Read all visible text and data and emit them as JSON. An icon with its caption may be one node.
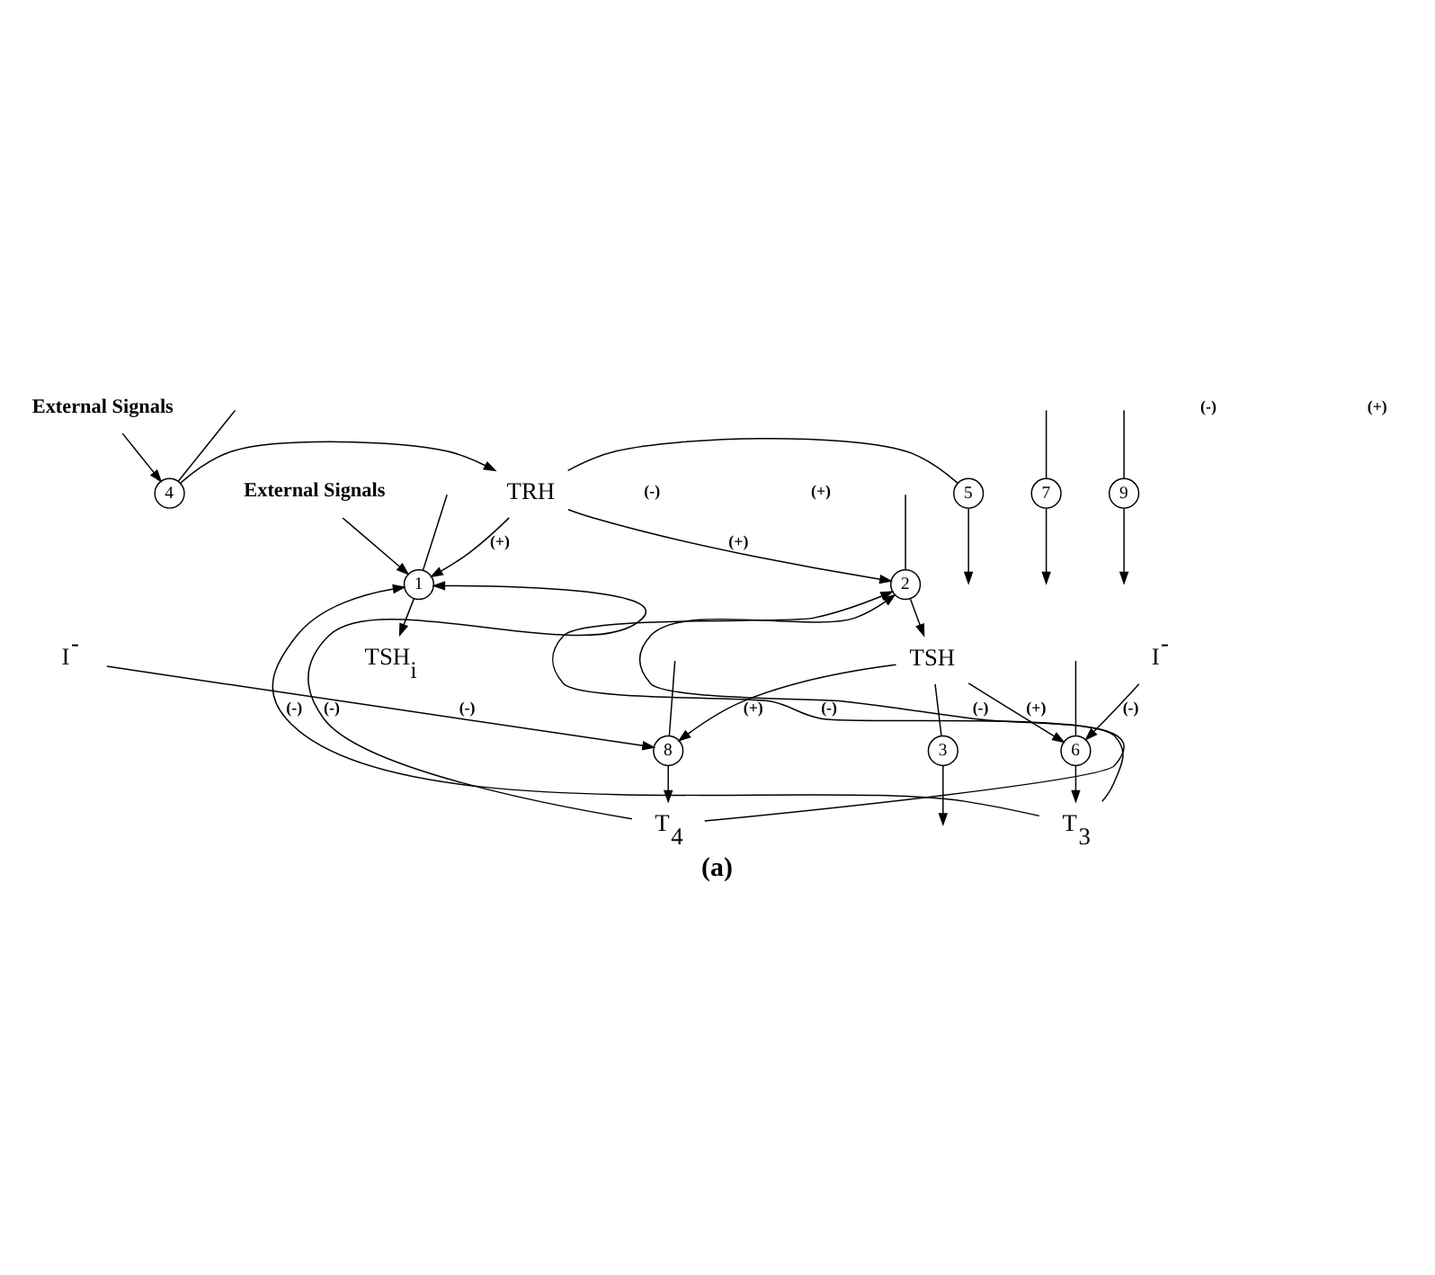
{
  "diagram": {
    "caption": "(a)",
    "nodes": [
      {
        "text": [
          "External Signals"
        ]
      },
      {
        "text": [
          "4"
        ]
      },
      {
        "text": [
          "TRH"
        ]
      },
      {
        "text": [
          "5"
        ]
      },
      {
        "text": [
          "External Signals"
        ]
      },
      {
        "text": [
          "1"
        ]
      },
      {
        "text": [
          "TSH$_{i}$"
        ]
      },
      {
        "text": [
          "2"
        ]
      },
      {
        "text": [
          "TSH"
        ]
      },
      {
        "text": [
          "3"
        ]
      },
      {
        "text": [
          "I$^{-}$"
        ]
      },
      {
        "text": [
          "6"
        ]
      },
      {
        "text": [
          "T$_{3}$"
        ]
      },
      {
        "text": [
          "7"
        ]
      },
      {
        "text": [
          "I$^{-}$"
        ]
      },
      {
        "text": [
          "8"
        ]
      },
      {
        "text": [
          "T$_{4}$"
        ]
      },
      {
        "text": [
          "9"
        ]
      }
    ],
    "edges": [
      {
        "from": 0,
        "to": 1,
        "arrow": "to"
      },
      {
        "from": null,
        "to": 1,
        "arrow": "none"
      },
      {
        "from": 1,
        "to": 2,
        "arrow": "to"
      },
      {
        "from": 2,
        "to": 3,
        "arrow": "none"
      },
      {
        "from": 3,
        "to": null,
        "arrow": "to"
      },
      {
        "from": 4,
        "to": 5,
        "arrow": "to"
      },
      {
        "from": 2,
        "to": 5,
        "arrow": "to",
        "label": "(+)"
      },
      {
        "from": null,
        "to": 5,
        "arrow": "none"
      },
      {
        "from": 5,
        "to": 6,
        "arrow": "to"
      },
      {
        "from": 2,
        "to": 7,
        "arrow": "to",
        "label": "(+)"
      },
      {
        "from": null,
        "to": 7,
        "arrow": "none"
      },
      {
        "from": 7,
        "to": 8,
        "arrow": "to"
      },
      {
        "from": 8,
        "to": 9,
        "arrow": "none"
      },
      {
        "from": 9,
        "to": null,
        "arrow": "to"
      },
      {
        "from": 8,
        "to": 11,
        "arrow": "to",
        "label": "(+)"
      },
      {
        "from": 8,
        "to": 15,
        "arrow": "to",
        "label": "(+)"
      },
      {
        "from": 10,
        "to": 11,
        "arrow": "to",
        "label": "(-)"
      },
      {
        "from": 14,
        "to": 15,
        "arrow": "to",
        "label": "(-)"
      },
      {
        "from": null,
        "to": 11,
        "arrow": "none"
      },
      {
        "from": null,
        "to": 15,
        "arrow": "none"
      },
      {
        "from": 11,
        "to": 12,
        "arrow": "to"
      },
      {
        "from": 15,
        "to": 16,
        "arrow": "to"
      },
      {
        "from": null,
        "to": 13,
        "arrow": "none"
      },
      {
        "from": null,
        "to": 17,
        "arrow": "none"
      },
      {
        "from": 13,
        "to": null,
        "arrow": "to"
      },
      {
        "from": 17,
        "to": null,
        "arrow": "to"
      },
      {
        "from": 12,
        "to": 5,
        "arrow": "to",
        "label": "(-)"
      },
      {
        "from": 12,
        "to": 7,
        "arrow": "to",
        "label": "(-)"
      },
      {
        "from": 16,
        "to": 5,
        "arrow": "to",
        "label": "(-)"
      },
      {
        "from": 16,
        "to": 7,
        "arrow": "to",
        "label": "(-)"
      }
    ],
    "labels": [
      "(+)",
      "(-)",
      "(-)",
      "(+)"
    ]
  }
}
